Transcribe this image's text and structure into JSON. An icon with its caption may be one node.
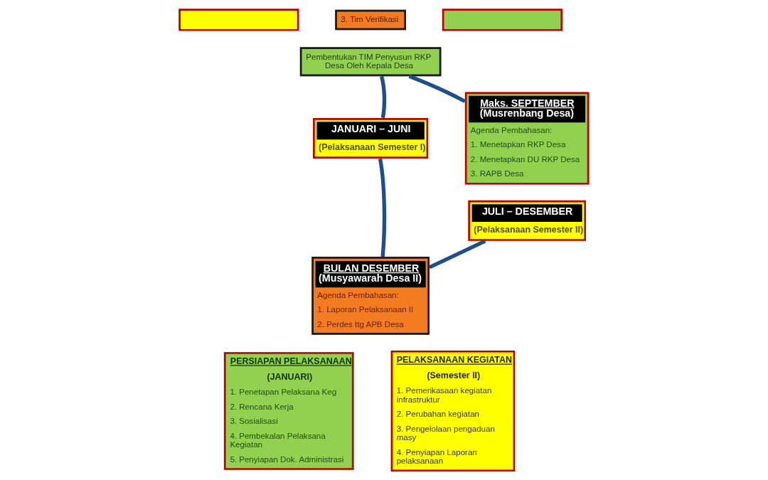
{
  "diagram": {
    "nodes": [
      {
        "text": [],
        "shape": "box"
      },
      {
        "text": [
          "3. Tim Verifikasi"
        ]
      },
      {
        "text": [
          "Pembentukan TIM Penyusun RKP Desa Oleh Kepala Desa"
        ]
      },
      {
        "text": [],
        "shape": "box"
      },
      {
        "text": [
          "Maks. SEPTEMBER",
          "(Musrenbang Desa)",
          "Agenda Pembahasan:",
          "1. Menetapkan RKP Desa",
          "2. Menetapkan DU RKP Desa",
          "3. RAPB Desa"
        ]
      },
      {
        "text": [
          "JANUARI – JUNI",
          "(Pelaksanaan Semester I)"
        ]
      },
      {
        "text": [
          "JULI – DESEMBER",
          "(Pelaksanaan Semester II)"
        ]
      },
      {
        "text": [
          "BULAN DESEMBER",
          "(Musyawarah Desa II)",
          "Agenda Pembahasan:",
          "1. Laporan Pelaksanaan II",
          "2. Perdes ttg APB Desa"
        ]
      },
      {
        "text": [
          "PERSIAPAN PELAKSANAAN",
          "(JANUARI)",
          "1. Penetapan Pelaksana Keg",
          "2. Rencana Kerja",
          "3. Sosialisasi",
          "4. Pembekalan Pelaksana Kegiatan",
          "5. Penyiapan Dok. Administrasi"
        ]
      },
      {
        "text": [
          "PELAKSANAAN KEGIATAN",
          "(Semester II)",
          "1. Pemerikasaan kegiatan infrastruktur",
          "2. Perubahan kegiatan",
          "3. Pengelolaan pengaduan masy",
          "4. Penyiapan Laporan pelaksanaan"
        ]
      }
    ],
    "edges": [
      {
        "from": 2,
        "to": 4,
        "arrow": "none"
      },
      {
        "from": 6,
        "to": 7,
        "arrow": "none"
      },
      {
        "from": 7,
        "to": 5,
        "arrow": "none"
      },
      {
        "from": 5,
        "to": 2,
        "arrow": "none"
      }
    ]
  }
}
